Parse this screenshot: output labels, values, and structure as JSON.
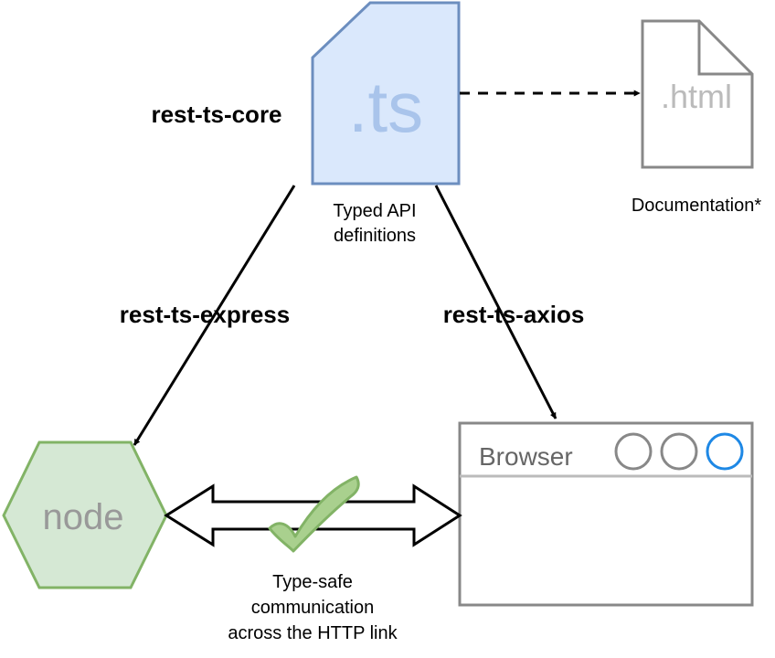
{
  "diagram": {
    "ts_file": {
      "text": ".ts"
    },
    "html_file": {
      "text": ".html"
    },
    "node": {
      "text": "node"
    },
    "browser": {
      "title": "Browser"
    },
    "labels": {
      "core": "rest-ts-core",
      "express": "rest-ts-express",
      "axios": "rest-ts-axios",
      "typed_api_line1": "Typed API",
      "typed_api_line2": "definitions",
      "documentation": "Documentation*",
      "typesafe_line1": "Type-safe",
      "typesafe_line2": "communication",
      "typesafe_line3": "across the HTTP link"
    }
  },
  "colors": {
    "ts_fill": "#dae8fc",
    "ts_stroke": "#6c8ebf",
    "ts_text": "#a9c4eb",
    "node_fill": "#d5e8d4",
    "node_stroke": "#82b366",
    "node_text": "#999999",
    "check_fill": "#a9d08e",
    "gray_stroke": "#888888",
    "html_text": "#bbbbbb",
    "browser_text": "#666666",
    "blue_circle": "#1e88e5"
  }
}
